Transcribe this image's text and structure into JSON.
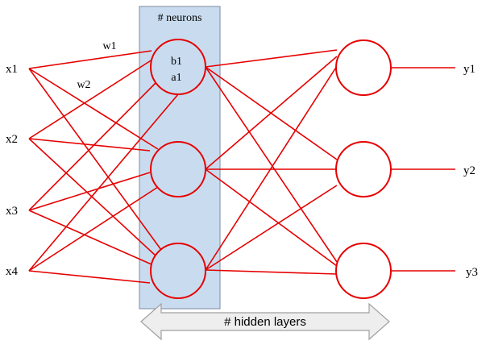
{
  "labels": {
    "neurons_title": "# neurons",
    "hidden_layers": "# hidden layers",
    "bias_label": "b1",
    "activation_label": "a1",
    "weight_1": "w1",
    "weight_2": "w2"
  },
  "inputs": [
    "x1",
    "x2",
    "x3",
    "x4"
  ],
  "outputs": [
    "y1",
    "y2",
    "y3"
  ],
  "colors": {
    "edge": "#e60000",
    "highlight_fill": "#c9dcef",
    "highlight_border": "#7a8aa0",
    "arrow_fill": "#eeeeee",
    "arrow_border": "#a0a0a0"
  }
}
